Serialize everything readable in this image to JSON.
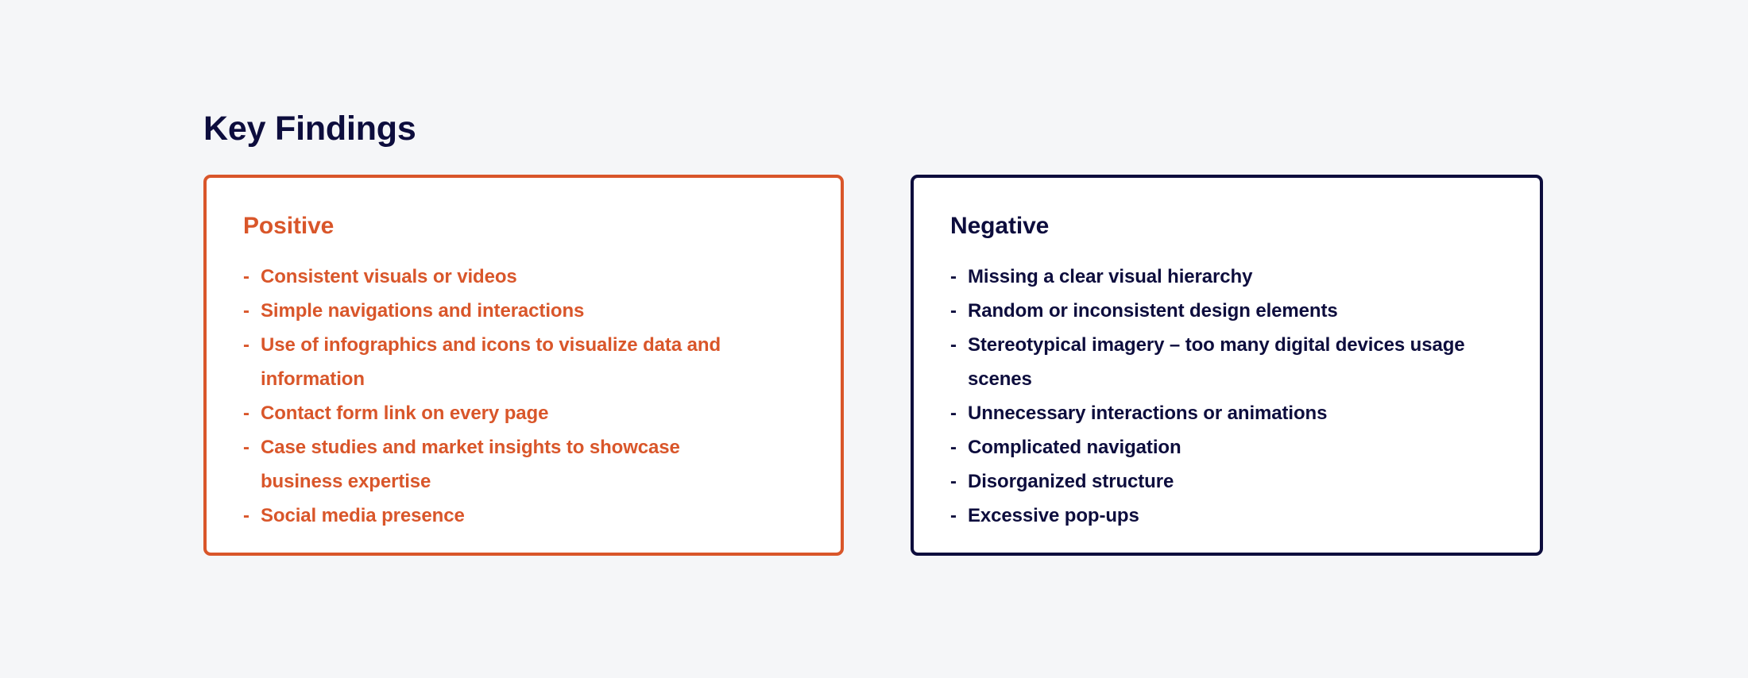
{
  "page": {
    "title": "Key Findings",
    "background_color": "#f5f6f8"
  },
  "colors": {
    "positive": "#d9562a",
    "negative": "#0d0d3d",
    "card_background": "#ffffff"
  },
  "cards": [
    {
      "id": "positive",
      "heading": "Positive",
      "accent_color": "#d9562a",
      "marker": "-",
      "items": [
        "Consistent visuals or videos",
        "Simple navigations and interactions",
        "Use of infographics and icons to visualize data and information",
        "Contact form link on every page",
        "Case studies and market insights to showcase business expertise",
        "Social media presence"
      ]
    },
    {
      "id": "negative",
      "heading": "Negative",
      "accent_color": "#0d0d3d",
      "marker": "-",
      "items": [
        "Missing a clear visual hierarchy",
        "Random or inconsistent design elements",
        "Stereotypical imagery – too many digital devices usage scenes",
        "Unnecessary interactions or animations",
        "Complicated navigation",
        "Disorganized structure",
        "Excessive pop-ups"
      ]
    }
  ]
}
